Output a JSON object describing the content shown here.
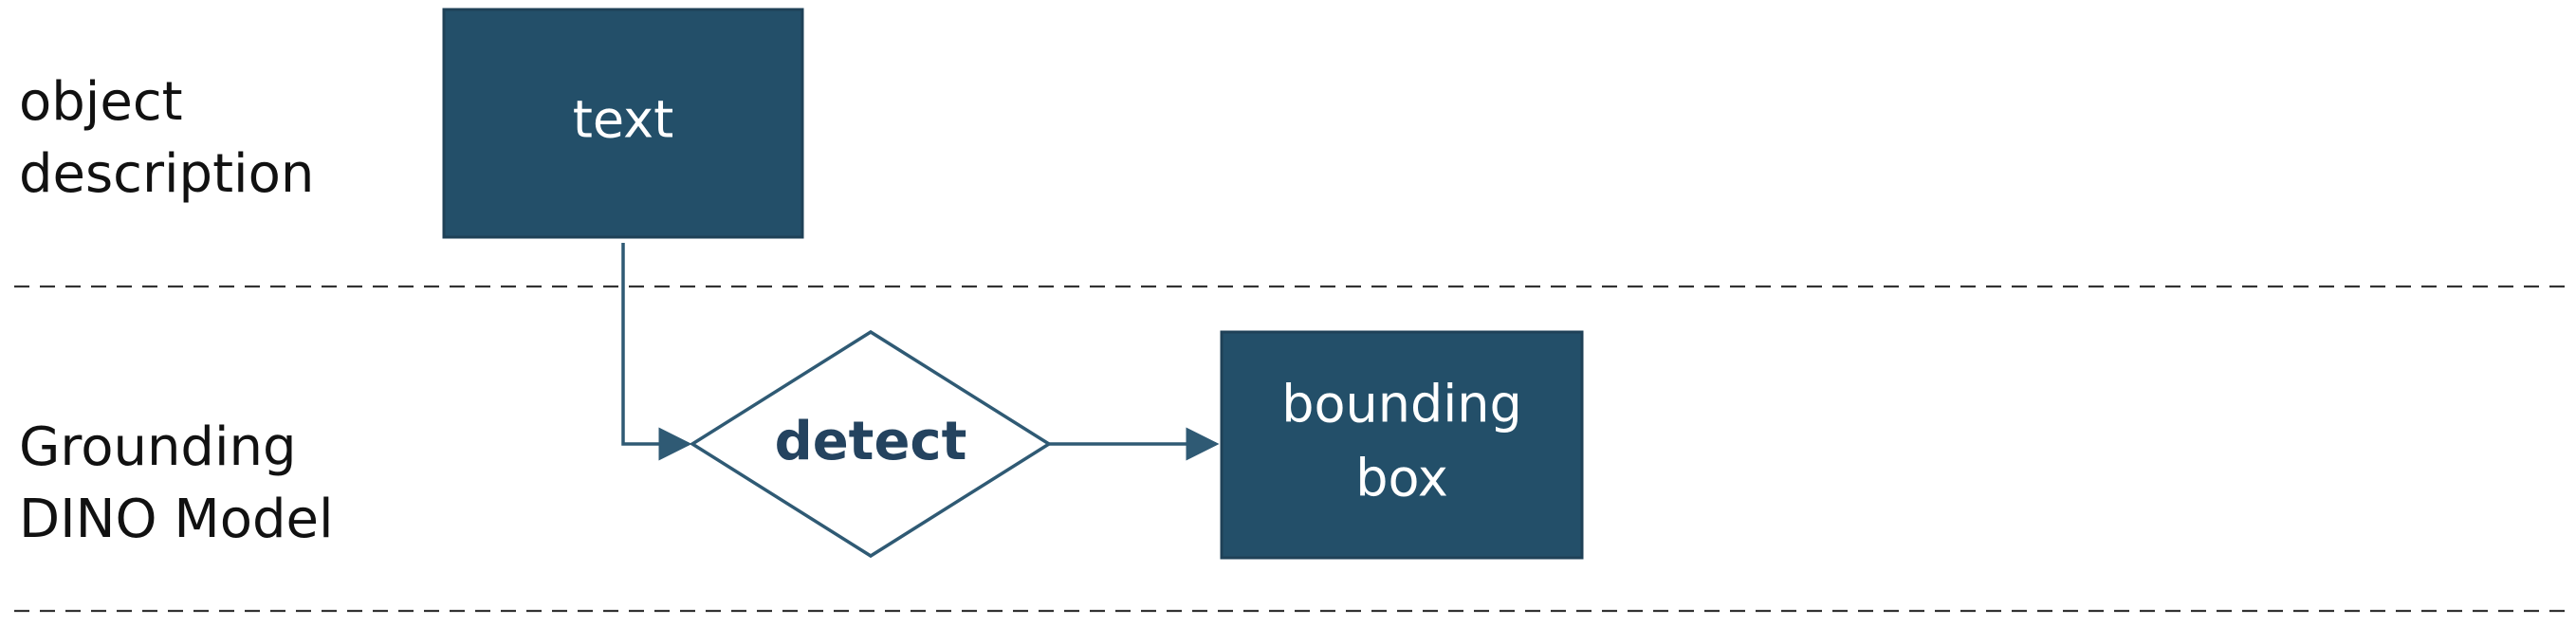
{
  "lanes": [
    {
      "label": "object\ndescription"
    },
    {
      "label": "Grounding\nDINO Model"
    }
  ],
  "nodes": {
    "text_box": {
      "label": "text"
    },
    "decision": {
      "label": "detect"
    },
    "bbox_box": {
      "label_line1": "bounding",
      "label_line2": "box"
    }
  },
  "colors": {
    "box_fill": "#234f69",
    "box_stroke": "#1f4157",
    "arrow": "#2f5a74",
    "decision_text": "#24435f",
    "divider": "#333333",
    "lane_label_text": "#111111"
  }
}
